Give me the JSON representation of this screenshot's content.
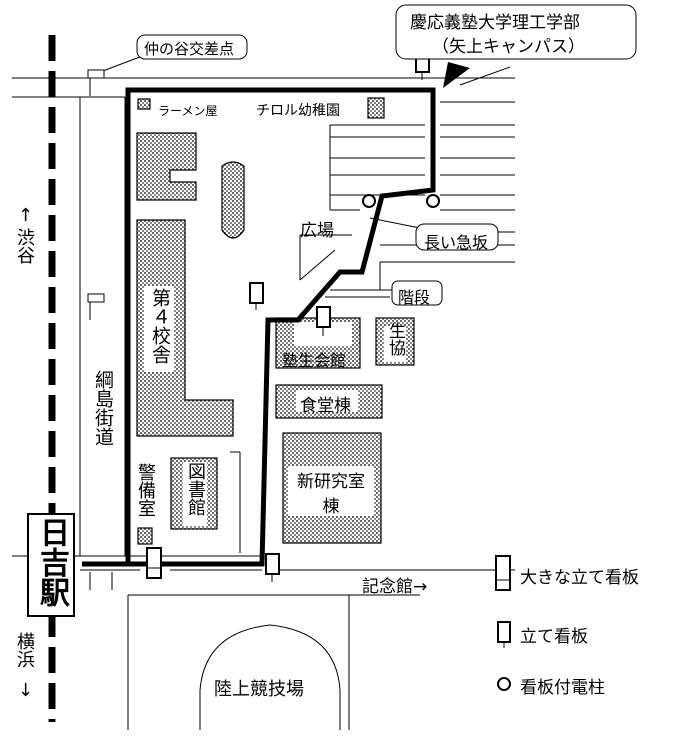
{
  "labels": {
    "destination": "慶応義塾大学理工学部",
    "destination_sub": "（矢上キャンパス）",
    "intersection": "仲の谷交差点",
    "ramen": "ラーメン屋",
    "kindergarten": "チロル幼稚園",
    "plaza": "広場",
    "steep_slope": "長い急坂",
    "stairs": "階段",
    "school_building_4": "第４校舎",
    "student_hall": "塾生会館",
    "coop": "生協",
    "cafeteria": "食堂棟",
    "research_building": "新研究室棟",
    "library": "図書館",
    "guard_room": "警備室",
    "road": "綱島街道",
    "station": "日吉駅",
    "shibuya": "渋谷",
    "yokohama": "横浜",
    "kinenkan": "記念館→",
    "stadium": "陸上競技場"
  },
  "legend": {
    "large_sign": "大きな立て看板",
    "sign": "立て看板",
    "pole": "看板付電柱"
  }
}
